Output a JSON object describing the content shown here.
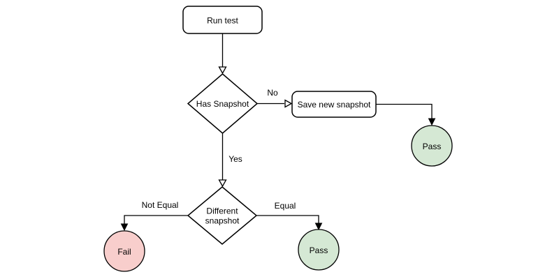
{
  "diagram": {
    "nodes": {
      "run_test": {
        "label": "Run test",
        "shape": "rounded-rect"
      },
      "has_snapshot": {
        "label": "Has Snapshot",
        "shape": "diamond"
      },
      "save_new_snapshot": {
        "label": "Save new snapshot",
        "shape": "rounded-rect"
      },
      "pass_top": {
        "label": "Pass",
        "shape": "circle",
        "status": "pass"
      },
      "different_snapshot": {
        "label": "Different snapshot",
        "lines": [
          "Different",
          "snapshot"
        ],
        "shape": "diamond"
      },
      "fail": {
        "label": "Fail",
        "shape": "circle",
        "status": "fail"
      },
      "pass_bottom": {
        "label": "Pass",
        "shape": "circle",
        "status": "pass"
      }
    },
    "edges": [
      {
        "from": "run_test",
        "to": "has_snapshot",
        "label": ""
      },
      {
        "from": "has_snapshot",
        "to": "save_new_snapshot",
        "label": "No"
      },
      {
        "from": "save_new_snapshot",
        "to": "pass_top",
        "label": ""
      },
      {
        "from": "has_snapshot",
        "to": "different_snapshot",
        "label": "Yes"
      },
      {
        "from": "different_snapshot",
        "to": "fail",
        "label": "Not Equal"
      },
      {
        "from": "different_snapshot",
        "to": "pass_bottom",
        "label": "Equal"
      }
    ],
    "colors": {
      "background": "#ffffff",
      "node_fill": "#ffffff",
      "stroke": "#000000",
      "pass_fill": "#d5e8d4",
      "pass_stroke": "#82b366",
      "fail_fill": "#f8cecc",
      "fail_stroke": "#b85450"
    }
  }
}
